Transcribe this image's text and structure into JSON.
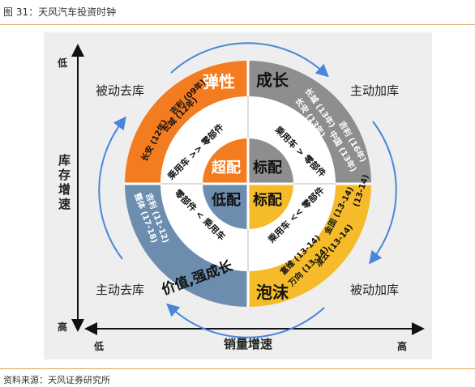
{
  "figure_title": "图 31：天风汽车投资时钟",
  "source": "资料来源：天风证券研究所",
  "axes": {
    "y_label": "库存增速",
    "y_low": "低",
    "y_high": "高",
    "x_label": "销量增速",
    "x_low": "低",
    "x_high": "高"
  },
  "phases": {
    "top_left": "被动去库",
    "top_right": "主动加库",
    "bottom_left": "主动去库",
    "bottom_right": "被动加库"
  },
  "outer_labels": {
    "tl": "弹性",
    "tr": "成长",
    "bl": "价值,强成长",
    "br": "泡沫"
  },
  "inner_labels": {
    "tl": "超配",
    "tr": "标配",
    "bl": "低配",
    "br": "标配"
  },
  "ring_labels": {
    "tl": "乘用车 >> 零部件",
    "tr": "乘用车 > 零部件",
    "bl": "零部件 < 乘用车",
    "br": "乘用车 << 零部件"
  },
  "years": {
    "tl_1": "长安 (12年)",
    "tl_2": "吉利 (09年)",
    "tl_3": "长城 (12年)",
    "tr_1": "长城 (13年)",
    "tr_2": "长安 (13年)",
    "tr_3": "吉利 (16年)",
    "tr_4": "中国 (13年)",
    "bl_1": "整体 (17-18)",
    "bl_2": "吉利 (11-12)",
    "br_1": "金固 (13-14)",
    "br_2": "(13-14)",
    "br_3": "富维 (13-14)",
    "br_4": "万向 (13-14)",
    "br_5": "凌云 (13-14)"
  },
  "colors": {
    "orange": "#F47C20",
    "gray": "#8E8E8E",
    "blue": "#6D8DAF",
    "yellow": "#F5BB2B",
    "arrow_blue": "#4A86D8"
  }
}
